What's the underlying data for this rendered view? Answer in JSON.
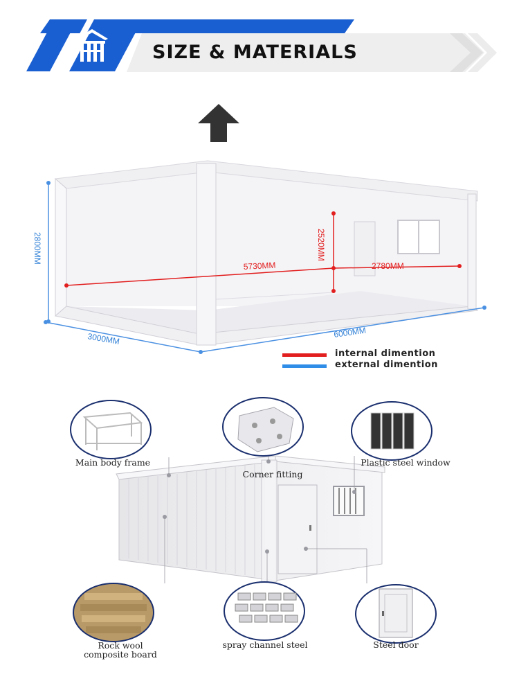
{
  "header": {
    "title": "SIZE & MATERIALS",
    "logo": "brand-logo-icon",
    "accent_color": "#1a5fd1"
  },
  "dimensions": {
    "external_height": "2800MM",
    "external_width": "3000MM",
    "external_length": "6000MM",
    "internal_length": "5730MM",
    "internal_width": "2780MM",
    "internal_height": "2520MM"
  },
  "legend": [
    {
      "label": "internal dimention",
      "color": "#e21e1e"
    },
    {
      "label": "external dimention",
      "color": "#2f8de8"
    }
  ],
  "materials": {
    "main_body_frame": "Main body frame",
    "corner_fitting": "Corner fitting",
    "plastic_steel_window": "Plastic steel window",
    "rock_wool_line1": "Rock wool",
    "rock_wool_line2": "composite board",
    "spray_channel_steel": "spray channel steel",
    "steel_door": "Steel door"
  }
}
